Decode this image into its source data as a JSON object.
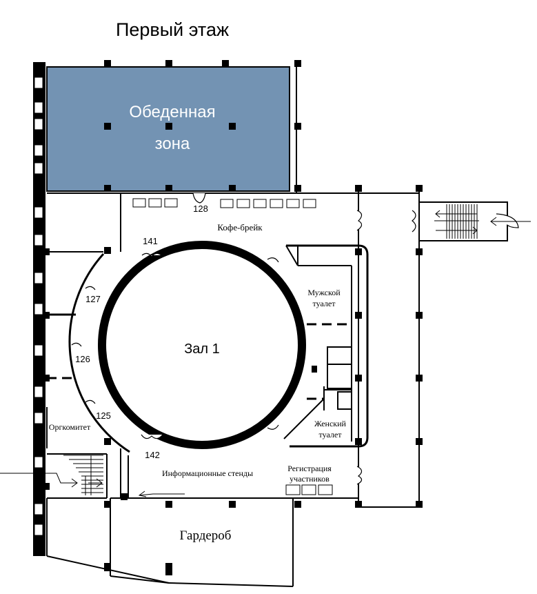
{
  "title": "Первый этаж",
  "colors": {
    "dining_fill": "#7393b3",
    "wall": "#000000",
    "background": "#ffffff"
  },
  "rooms": {
    "dining": {
      "line1": "Обеденная",
      "line2": "зона"
    },
    "hall": "Зал 1",
    "coffee_break": "Кофе-брейк",
    "mens_wc": {
      "line1": "Мужской",
      "line2": "туалет"
    },
    "womens_wc": {
      "line1": "Женский",
      "line2": "туалет"
    },
    "registration": {
      "line1": "Регистрация",
      "line2": "участников"
    },
    "info_stands": "Информационные стенды",
    "org_committee": "Оргкомитет",
    "cloakroom": "Гардероб"
  },
  "doors": {
    "d128": "128",
    "d141": "141",
    "d127": "127",
    "d126": "126",
    "d125": "125",
    "d142": "142"
  }
}
